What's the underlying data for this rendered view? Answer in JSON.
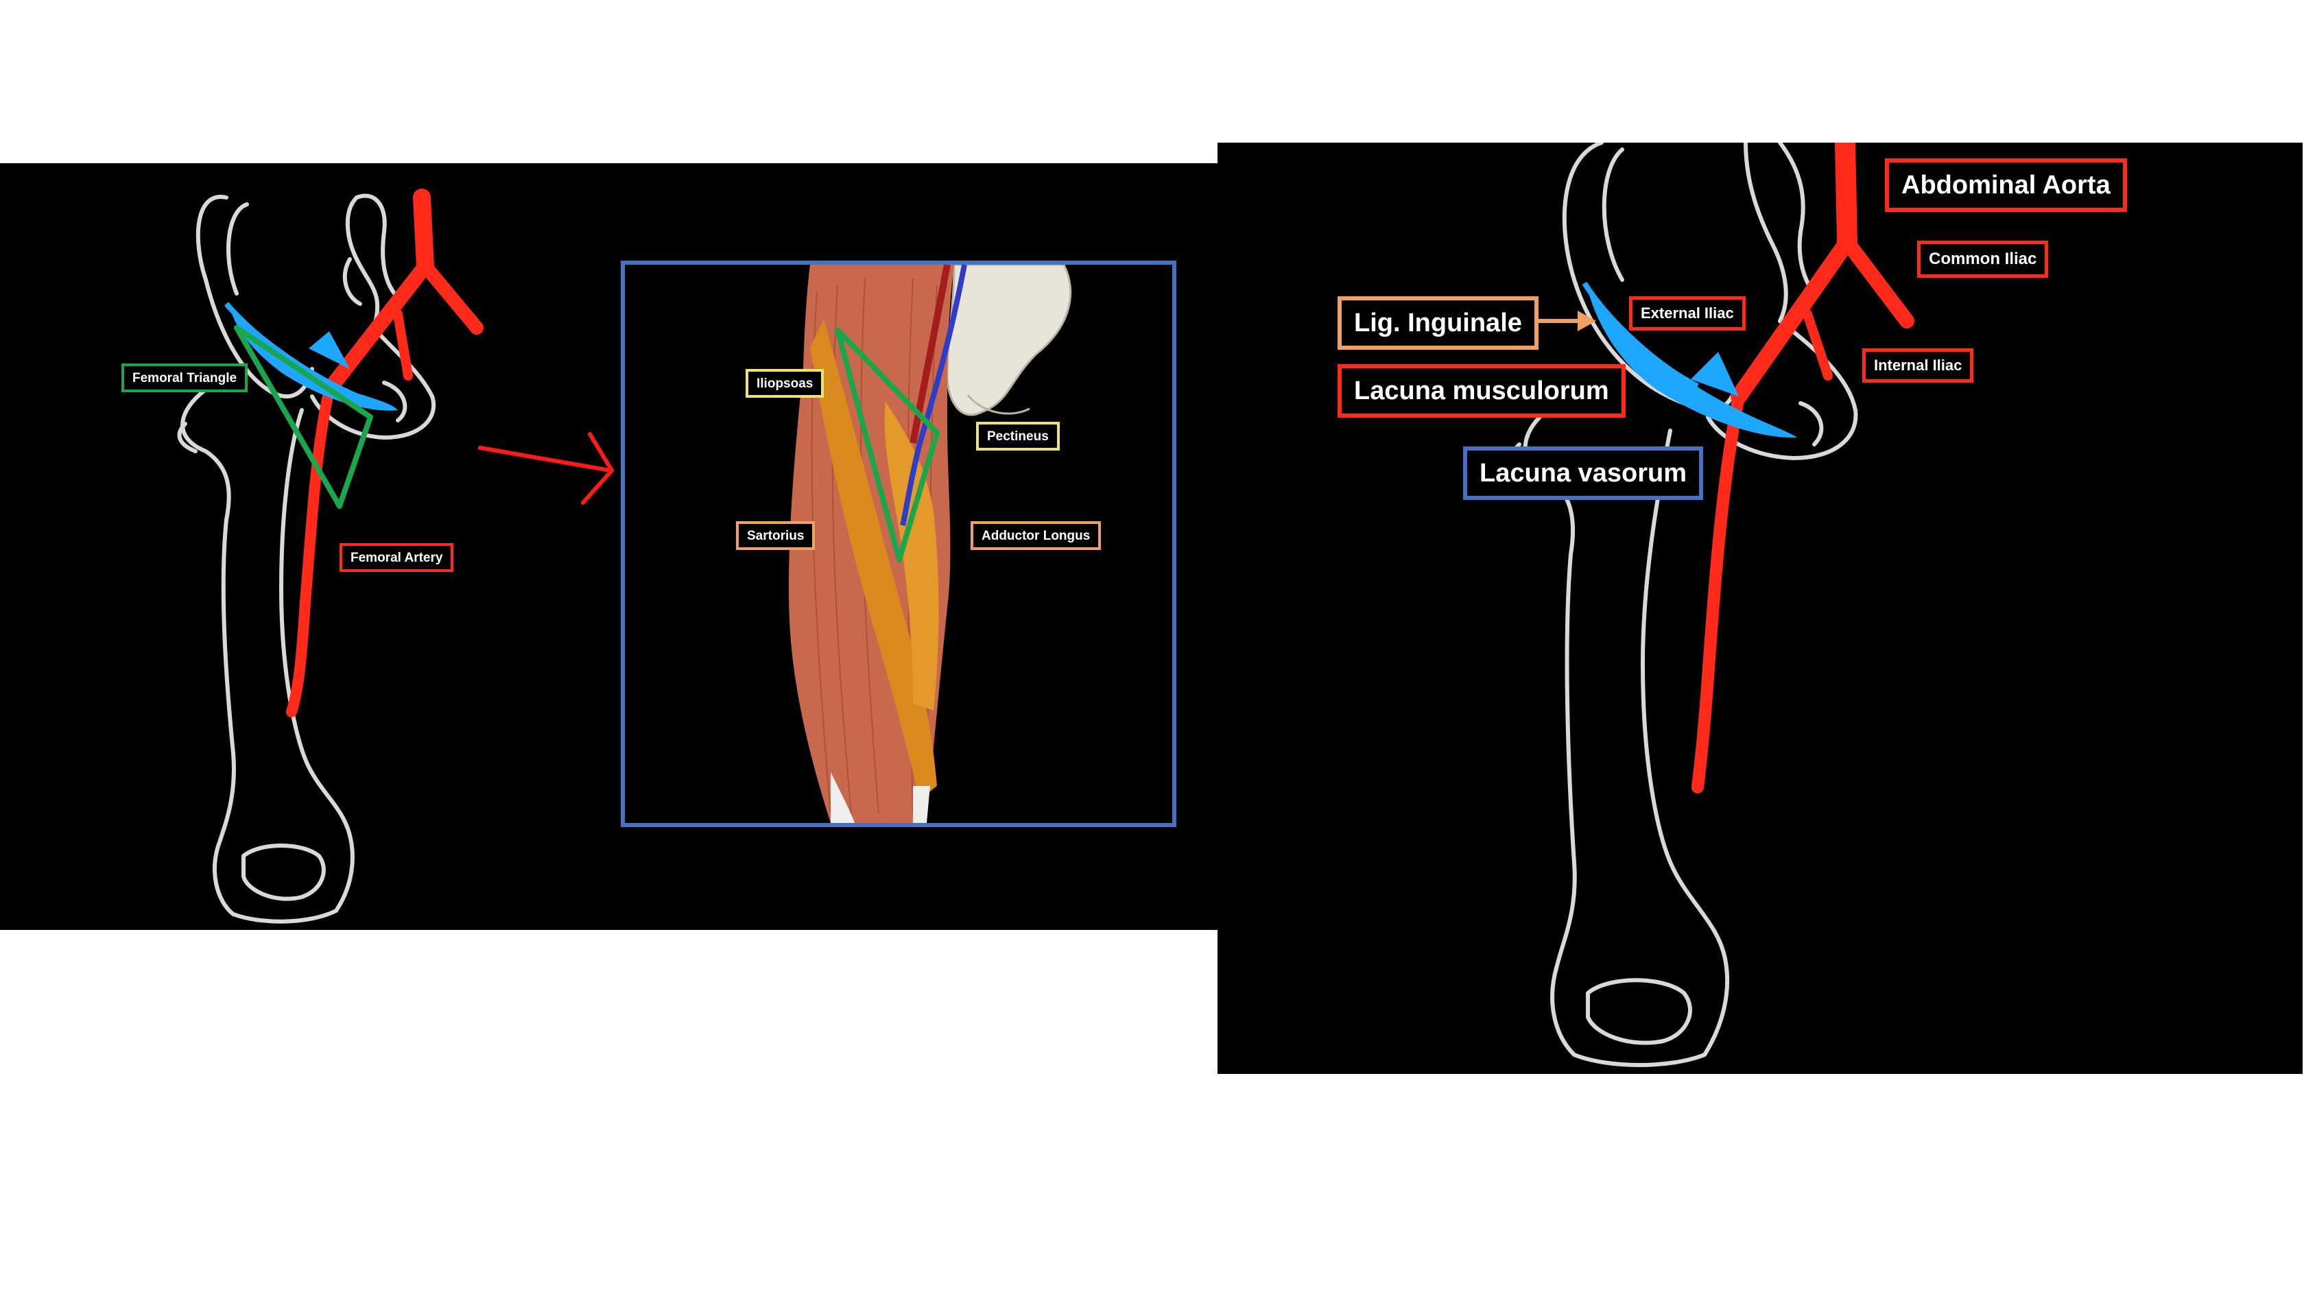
{
  "colors": {
    "background": "#000000",
    "bone_outline": "#d9d9d9",
    "artery": "#ff2a1a",
    "ligament": "#1ea7ff",
    "triangle": "#1aa64a",
    "vein": "#2e3cc6",
    "arrow": "#ff1a1a",
    "inset_border": "#4472c4",
    "label_green": "#1aa64a",
    "label_red": "#ff2a1a",
    "label_yellow": "#f2e36b",
    "label_orange": "#f0a060",
    "label_blue": "#4472c4",
    "muscle": "#c8684d",
    "muscle_orange": "#d98a1e"
  },
  "left_panel": {
    "labels": {
      "femoral_triangle": "Femoral Triangle",
      "femoral_artery": "Femoral Artery"
    },
    "inset": {
      "iliopsoas": "Iliopsoas",
      "pectineus": "Pectineus",
      "sartorius": "Sartorius",
      "adductor_longus": "Adductor Longus"
    },
    "arrow_icon": "right-arrow-icon"
  },
  "right_panel": {
    "labels": {
      "abdominal_aorta": "Abdominal Aorta",
      "common_iliac": "Common Iliac",
      "external_iliac": "External Iliac",
      "internal_iliac": "Internal Iliac",
      "lig_inguinale": "Lig. Inguinale",
      "lacuna_musculorum": "Lacuna musculorum",
      "lacuna_vasorum": "Lacuna vasorum"
    }
  }
}
